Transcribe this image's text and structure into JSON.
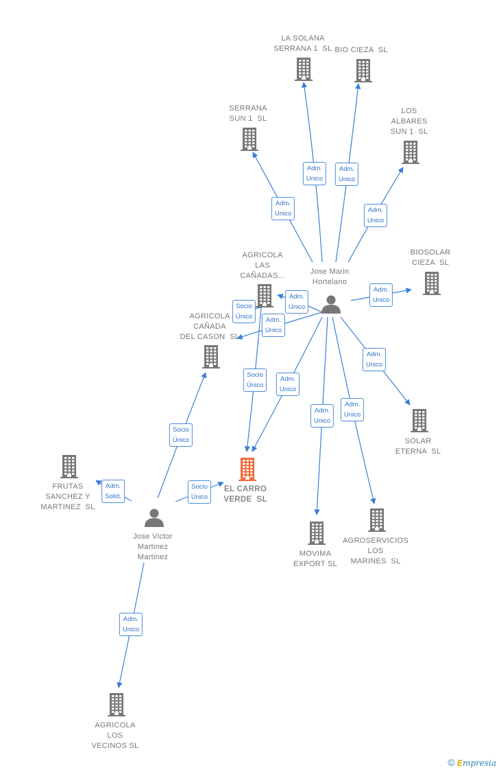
{
  "colors": {
    "edge": "#3a7fd8",
    "building": "#777777",
    "building_highlight": "#f26a3a",
    "person": "#777777"
  },
  "nodes": [
    {
      "id": "jose_marin",
      "kind": "person",
      "label": "Jose Marin\nHortelano"
    },
    {
      "id": "jose_victor",
      "kind": "person",
      "label": "Jose Victor\nMartinez\nMartinez"
    },
    {
      "id": "el_carro",
      "kind": "company",
      "highlight": true,
      "label": "EL CARRO\nVERDE  SL"
    },
    {
      "id": "la_solana",
      "kind": "company",
      "label": "LA SOLANA\nSERRANA 1  SL"
    },
    {
      "id": "bio_cieza",
      "kind": "company",
      "label": "BIO CIEZA  SL"
    },
    {
      "id": "serrana_sun",
      "kind": "company",
      "label": "SERRANA\nSUN 1  SL"
    },
    {
      "id": "los_albares",
      "kind": "company",
      "label": "LOS\nALBARES\nSUN 1  SL"
    },
    {
      "id": "biosolar",
      "kind": "company",
      "label": "BIOSOLAR\nCIEZA  SL"
    },
    {
      "id": "agricola_canadas",
      "kind": "company",
      "label": "AGRICOLA\nLAS\nCAÑADAS..."
    },
    {
      "id": "agricola_cason",
      "kind": "company",
      "label": "AGRICOLA\nCAÑADA\nDEL CASON  SL"
    },
    {
      "id": "solar_eterna",
      "kind": "company",
      "label": "SOLAR\nETERNA  SL"
    },
    {
      "id": "movima",
      "kind": "company",
      "label": "MOVIMA\nEXPORT SL"
    },
    {
      "id": "agroservicios",
      "kind": "company",
      "label": "AGROSERVICIOS\nLOS\nMARINES  SL"
    },
    {
      "id": "frutas",
      "kind": "company",
      "label": "FRUTAS\nSANCHEZ Y\nMARTINEZ  SL"
    },
    {
      "id": "agricola_vecinos",
      "kind": "company",
      "label": "AGRICOLA\nLOS\nVECINOS SL"
    }
  ],
  "edges": [
    {
      "from": "jose_marin",
      "to": "la_solana",
      "label": "Adm.\nUnico"
    },
    {
      "from": "jose_marin",
      "to": "bio_cieza",
      "label": "Adm.\nUnico"
    },
    {
      "from": "jose_marin",
      "to": "serrana_sun",
      "label": "Adm.\nUnico"
    },
    {
      "from": "jose_marin",
      "to": "los_albares",
      "label": "Adm.\nUnico"
    },
    {
      "from": "jose_marin",
      "to": "biosolar",
      "label": "Adm.\nUnico"
    },
    {
      "from": "jose_marin",
      "to": "agricola_cason",
      "label": "Adm.\nUnico"
    },
    {
      "from": "jose_marin",
      "to": "agricola_cason",
      "label": "Adm.\nUnico"
    },
    {
      "from": "jose_marin",
      "to": "el_carro",
      "label": "Adm.\nUnico"
    },
    {
      "from": "jose_marin",
      "to": "solar_eterna",
      "label": "Adm.\nUnico"
    },
    {
      "from": "jose_marin",
      "to": "movima",
      "label": "Adm.\nUnico"
    },
    {
      "from": "jose_marin",
      "to": "agroservicios",
      "label": "Adm.\nUnico"
    },
    {
      "from": "agricola_canadas",
      "to": "el_carro",
      "label": "Socio\nÚnico"
    },
    {
      "from": "agricola_canadas",
      "to": "agricola_cason",
      "label": "Socio\nÚnico"
    },
    {
      "from": "jose_victor",
      "to": "agricola_cason",
      "label": "Socio\nÚnico"
    },
    {
      "from": "jose_victor",
      "to": "el_carro",
      "label": "Socio\nÚnico"
    },
    {
      "from": "jose_victor",
      "to": "frutas",
      "label": "Adm.\nSolid."
    },
    {
      "from": "jose_victor",
      "to": "agricola_vecinos",
      "label": "Adm.\nUnico"
    }
  ],
  "footer": {
    "copyright": "©",
    "brand_initial": "E",
    "brand_rest": "mpresia"
  }
}
